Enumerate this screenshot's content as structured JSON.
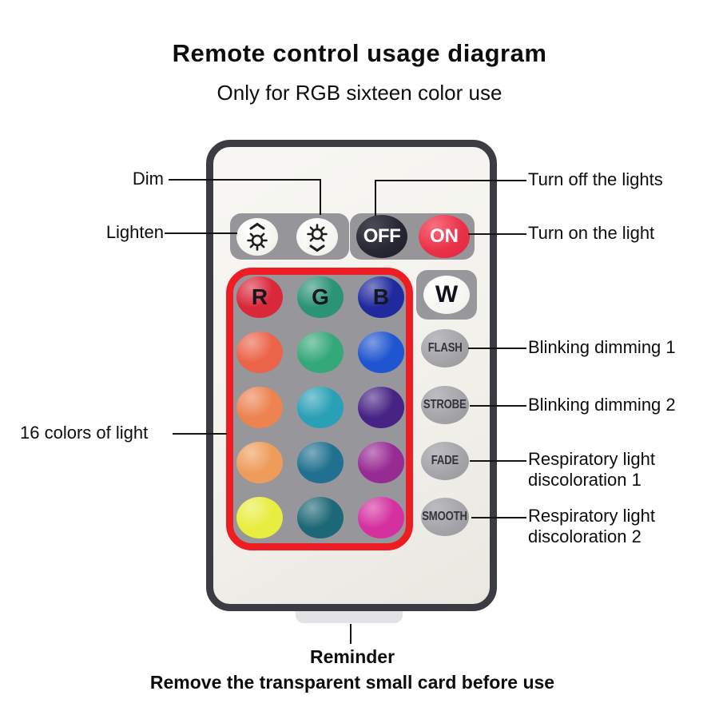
{
  "title": "Remote control usage diagram",
  "subtitle": "Only for RGB sixteen color use",
  "remote": {
    "off_label": "OFF",
    "on_label": "ON",
    "w_label": "W",
    "mode_buttons": [
      "FLASH",
      "STROBE",
      "FADE",
      "SMOOTH"
    ],
    "grid_outline_color": "#ee1d23",
    "color_grid_rows": [
      [
        {
          "label": "R",
          "color": "#d9283a"
        },
        {
          "label": "G",
          "color": "#2b9377"
        },
        {
          "label": "B",
          "color": "#202a9e"
        }
      ],
      [
        {
          "color": "#eb6349"
        },
        {
          "color": "#35a87a"
        },
        {
          "color": "#1f55d0"
        }
      ],
      [
        {
          "color": "#ec8351"
        },
        {
          "color": "#2aa0b6"
        },
        {
          "color": "#462384"
        }
      ],
      [
        {
          "color": "#ef9c5b"
        },
        {
          "color": "#20718f"
        },
        {
          "color": "#982a94"
        }
      ],
      [
        {
          "color": "#e8ee40"
        },
        {
          "color": "#1d6876"
        },
        {
          "color": "#d430a0"
        }
      ]
    ]
  },
  "annotations": {
    "dim": "Dim",
    "lighten": "Lighten",
    "turn_off": "Turn off the lights",
    "turn_on": "Turn on the light",
    "sixteen_colors": "16 colors of light",
    "flash": "Blinking dimming 1",
    "strobe": "Blinking dimming 2",
    "fade": "Respiratory light discoloration 1",
    "smooth": "Respiratory light discoloration 2",
    "reminder_title": "Reminder",
    "reminder_text": "Remove the transparent small card before use"
  }
}
